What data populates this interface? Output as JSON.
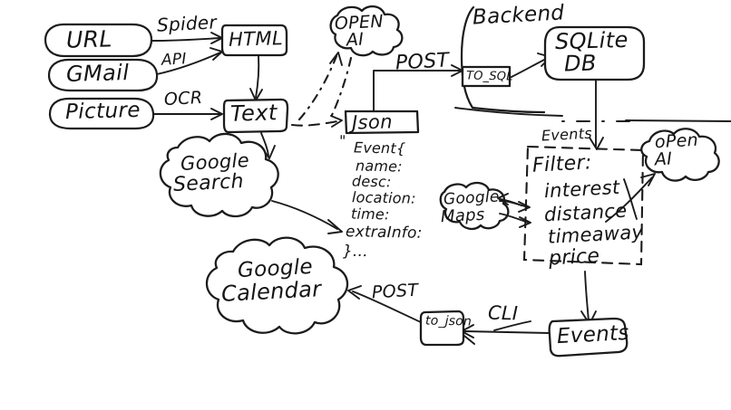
{
  "diagram": {
    "title": "Event pipeline hand-drawn architecture diagram",
    "background_color": "#ffffff",
    "ink_color": "#1b1b1b"
  },
  "sources": [
    {
      "id": "url",
      "label": "URL",
      "shape": "rounded-ellipse"
    },
    {
      "id": "gmail",
      "label": "GMail",
      "shape": "rounded-ellipse"
    },
    {
      "id": "picture",
      "label": "Picture",
      "shape": "rounded-ellipse"
    }
  ],
  "edge_labels": {
    "spider": "Spider",
    "api": "API",
    "ocr": "OCR",
    "post_top": "POST",
    "post_bottom": "POST",
    "cli": "CLI",
    "events_mid": "Events"
  },
  "boxes": {
    "html": "HTML",
    "text": "Text",
    "json": "Json",
    "to_sql": "TO_SQL",
    "to_json": "to_json",
    "events": "Events"
  },
  "clouds": {
    "openai_top": "OPEN\nAI",
    "openai_top_line1": "OPEN",
    "openai_top_line2": "AI",
    "openai_right_line1": "oPen",
    "openai_right_line2": "AI",
    "google_search_line1": "Google",
    "google_search_line2": "Search",
    "google_maps_line1": "Google",
    "google_maps_line2": "Maps",
    "google_calendar_line1": "Google",
    "google_calendar_line2": "Calendar"
  },
  "backend": {
    "label": "Backend",
    "db_line1": "SQLite",
    "db_line2": "DB"
  },
  "json_schema": {
    "open_quote": "\"",
    "lines": [
      "Event{",
      "name:",
      "desc:",
      "location:",
      "time:",
      "extraInfo:",
      "}..."
    ]
  },
  "filter": {
    "title": "Filter:",
    "criteria": [
      "interest",
      "distance",
      "timeaway",
      "price"
    ]
  }
}
